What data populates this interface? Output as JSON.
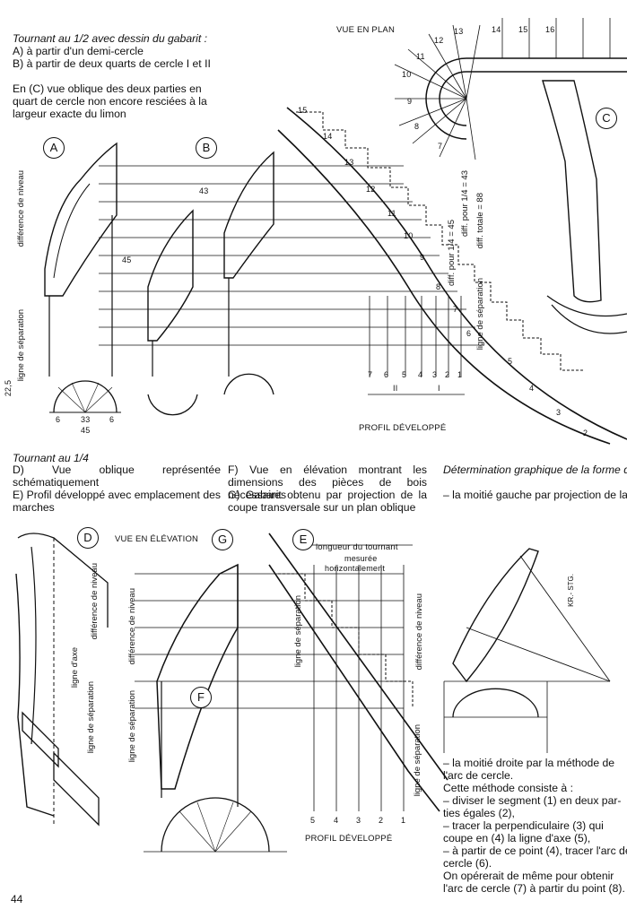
{
  "intro": {
    "title": "Tournant au 1/2 avec dessin du gabarit :",
    "a": "A)  à partir d'un demi-cercle",
    "b": "B)  à partir de deux quarts de cercle I et II",
    "c": "En (C)  vue oblique des deux parties en quart de cercle non encore resciées à la largeur exacte du limon"
  },
  "top": {
    "vue_en_plan": "VUE EN PLAN",
    "profil_developpe": "PROFIL DÉVELOPPÉ",
    "label_a": "A",
    "label_b": "B",
    "label_c": "C",
    "diff_niveau": "différence de niveau",
    "ligne_sep": "ligne de séparation",
    "diff_half_43": "diff. pour 1/4 = 43",
    "diff_half_45": "diff. pour 1/4 = 45",
    "diff_totale": "diff. totale = 88",
    "dims": [
      "22,5",
      "33",
      "45",
      "6",
      "6",
      "45",
      "43"
    ],
    "roman": [
      "I",
      "II"
    ],
    "steps_bottom": [
      "7",
      "6",
      "5",
      "4",
      "3",
      "2",
      "1"
    ],
    "steps_plan": [
      "7",
      "8",
      "9",
      "10",
      "11",
      "12",
      "13",
      "14",
      "15",
      "16"
    ],
    "steps_profile": [
      "15",
      "14",
      "13",
      "12",
      "11",
      "10",
      "9",
      "8",
      "7",
      "6",
      "5",
      "4",
      "3",
      "2"
    ]
  },
  "middle": {
    "title14": "Tournant au 1/4",
    "d": "D)  Vue oblique représentée schématiquement",
    "e": "E)  Profil développé avec emplacement des marches",
    "f": "F)  Vue en élévation montrant les dimensions des pièces de bois nécessaires",
    "g": "G)  Gabarit obtenu par projection de la coupe transversale sur un plan oblique",
    "det_title": "Détermination graphique de la forme du gabarit :",
    "det_1": "– la moitié gauche par projection de la coupe transversale,"
  },
  "bottom": {
    "vue_elevation": "VUE EN ÉLÉVATION",
    "label_d": "D",
    "label_e": "E",
    "label_f": "F",
    "label_g": "G",
    "longueur": "longueur du tournant",
    "mesuree": "mesurée",
    "horizontalement": "horizontalement",
    "diff_niveau": "différence de niveau",
    "ligne_sep": "ligne de séparation",
    "ligne_axe": "ligne d'axe",
    "profil_developpe": "PROFIL DÉVELOPPÉ",
    "kr": "KR.- STG.",
    "steps": [
      "5",
      "4",
      "3",
      "2",
      "1"
    ],
    "right_text": [
      "– la moitié droite par la méthode de",
      "l'arc de cercle.",
      "Cette méthode consiste à :",
      "– diviser le segment (1) en deux par-",
      "ties égales (2),",
      "– tracer la perpendiculaire (3) qui",
      "coupe en (4) la ligne d'axe (5),",
      "– à partir de ce point (4), tracer l'arc de",
      "cercle (6).",
      "On opérerait de même pour obtenir",
      "l'arc de cercle (7) à partir du point (8)."
    ]
  },
  "page_number": "44"
}
